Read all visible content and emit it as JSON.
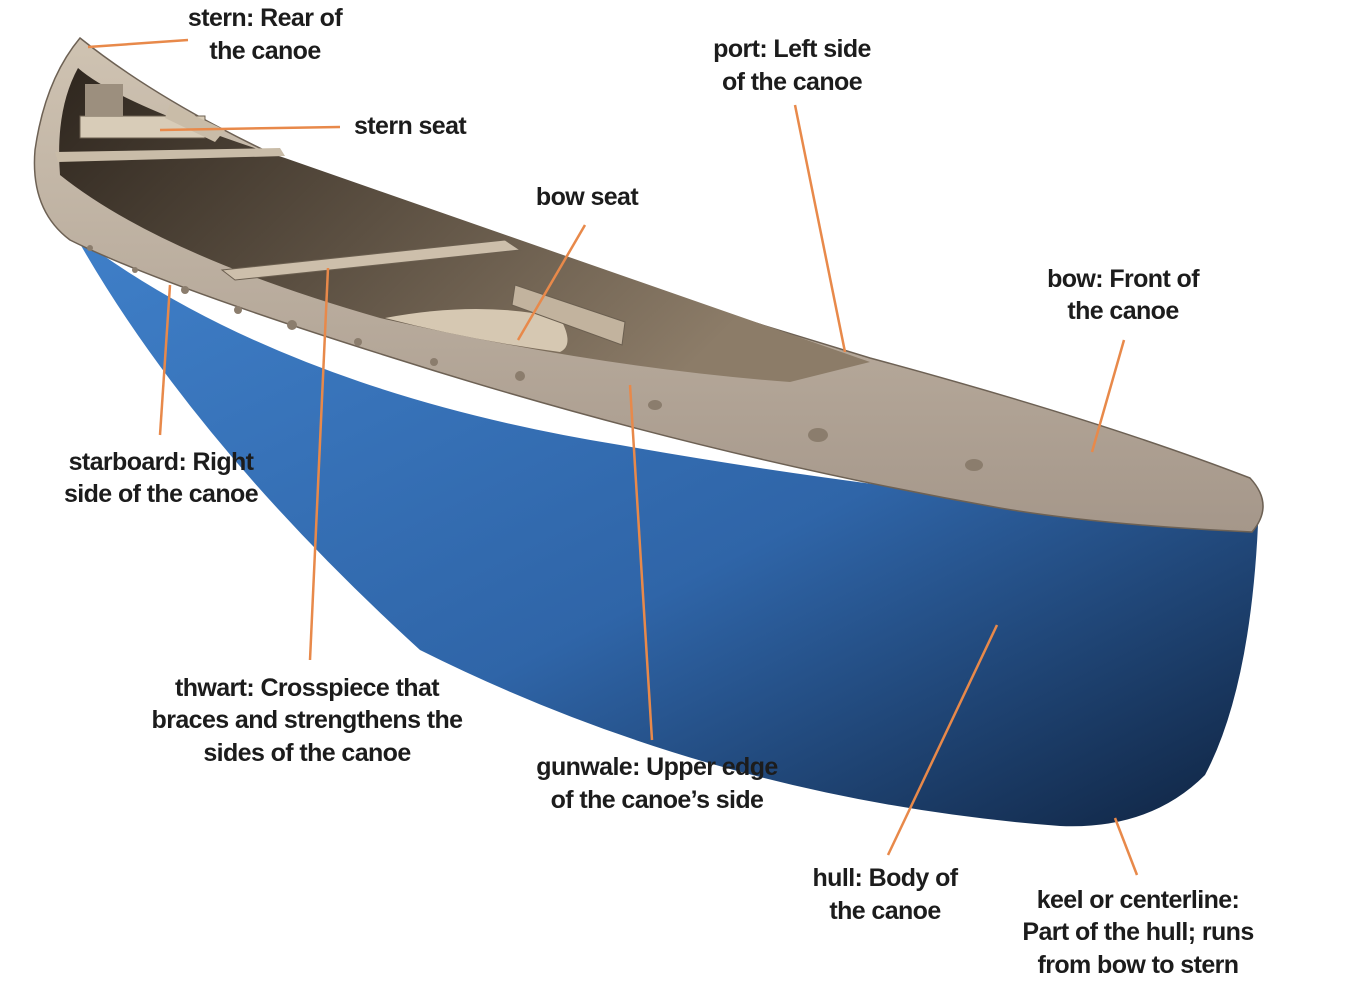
{
  "colors": {
    "leader": "#e8894a",
    "hull": "#2f65a8",
    "gunwale": "#b7a996",
    "interior": "#4a4034",
    "text": "#1c1c1c"
  },
  "labels": {
    "stern": [
      "stern: Rear of",
      "the canoe"
    ],
    "stern_seat": [
      "stern seat"
    ],
    "bow_seat": [
      "bow seat"
    ],
    "port": [
      "port: Left side",
      "of the canoe"
    ],
    "bow": [
      "bow: Front of",
      "the canoe"
    ],
    "starboard": [
      "starboard: Right",
      "side of the canoe"
    ],
    "thwart": [
      "thwart: Crosspiece that",
      "braces and strengthens the",
      "sides of the canoe"
    ],
    "gunwale": [
      "gunwale: Upper edge",
      "of the canoe’s side"
    ],
    "hull": [
      "hull: Body of",
      "the canoe"
    ],
    "keel": [
      "keel or centerline:",
      "Part of the hull; runs",
      "from bow to stern"
    ]
  }
}
